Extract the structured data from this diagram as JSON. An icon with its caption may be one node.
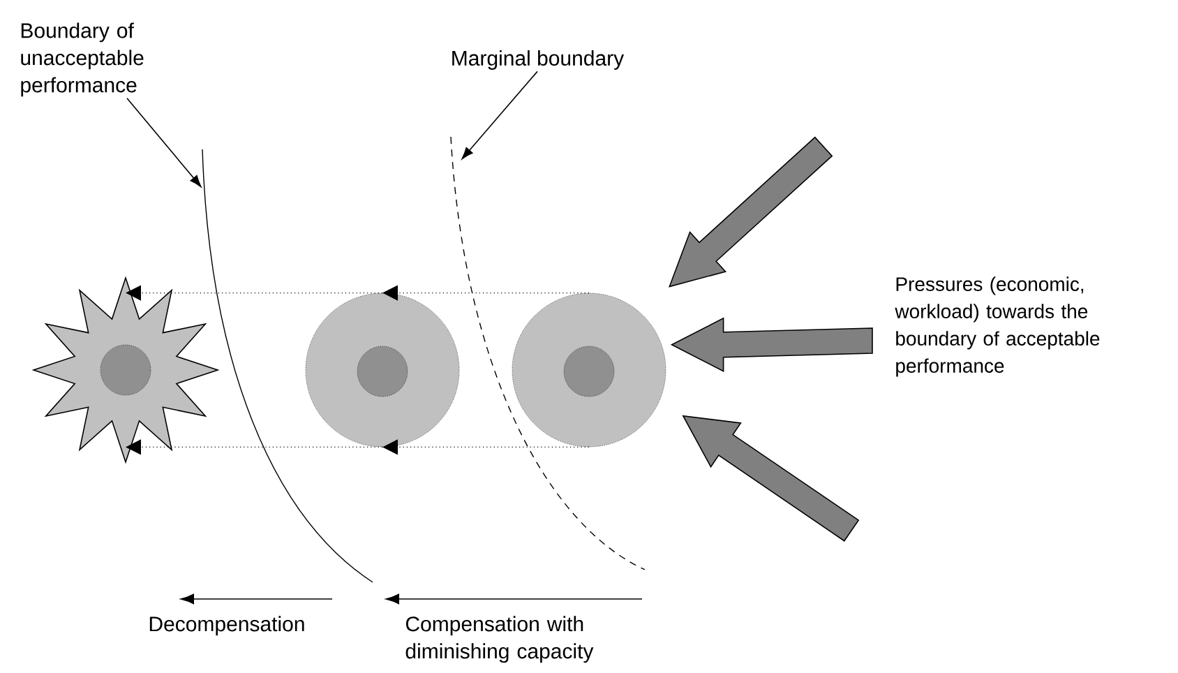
{
  "diagram": {
    "nodes": [
      {
        "text": [
          "Boundary of unacceptable performance"
        ]
      },
      {
        "text": [
          "Marginal boundary"
        ]
      },
      {
        "text": [],
        "shape": "star"
      },
      {
        "text": [],
        "shape": "circle"
      },
      {
        "text": [],
        "shape": "circle"
      },
      {
        "text": [
          "Pressures (economic, workload) towards the boundary of acceptable performance"
        ]
      }
    ],
    "edges": [
      {
        "from": 0,
        "to": null,
        "arrow": "to"
      },
      {
        "from": 1,
        "to": null,
        "arrow": "to"
      },
      {
        "from": 4,
        "to": 3,
        "arrow": "to",
        "style": "dashed"
      },
      {
        "from": 4,
        "to": 3,
        "arrow": "to",
        "style": "dashed"
      },
      {
        "from": 3,
        "to": 2,
        "arrow": "to",
        "style": "dashed"
      },
      {
        "from": 3,
        "to": 2,
        "arrow": "to",
        "style": "dashed"
      },
      {
        "from": null,
        "to": 4,
        "arrow": "to",
        "style": "thick",
        "color": "#808080"
      },
      {
        "from": 5,
        "to": 4,
        "arrow": "to",
        "style": "thick",
        "color": "#808080"
      },
      {
        "from": null,
        "to": 4,
        "arrow": "to",
        "style": "thick",
        "color": "#808080"
      }
    ],
    "labels": [
      "Decompensation",
      "Compensation with diminishing capacity"
    ]
  }
}
